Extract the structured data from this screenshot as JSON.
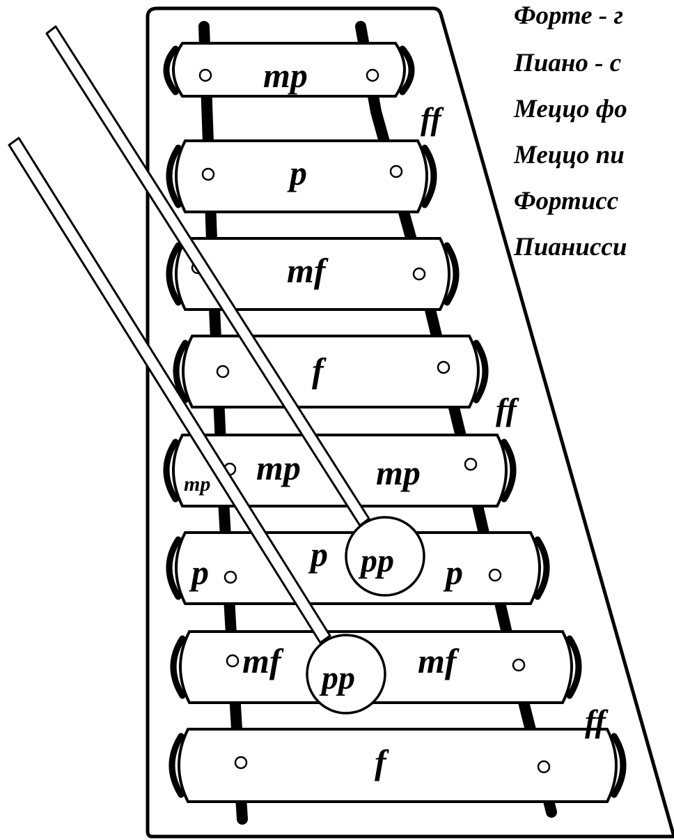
{
  "legend": [
    "Форте - г",
    "Пиано - с",
    "Меццо фо",
    "Меццо пи",
    "Фортисс",
    "Пианисси"
  ],
  "bars": [
    {
      "marks": [
        "mp"
      ]
    },
    {
      "marks": [
        "p"
      ]
    },
    {
      "marks": [
        "mf"
      ]
    },
    {
      "marks": [
        "f"
      ]
    },
    {
      "marks": [
        "mp",
        "mp",
        "mp"
      ]
    },
    {
      "marks": [
        "p",
        "p",
        "p"
      ]
    },
    {
      "marks": [
        "mf",
        "mf"
      ]
    },
    {
      "marks": [
        "f"
      ]
    }
  ],
  "frame_marks": [
    "ff",
    "ff",
    "ff"
  ],
  "mallet_heads": [
    "pp",
    "pp"
  ]
}
